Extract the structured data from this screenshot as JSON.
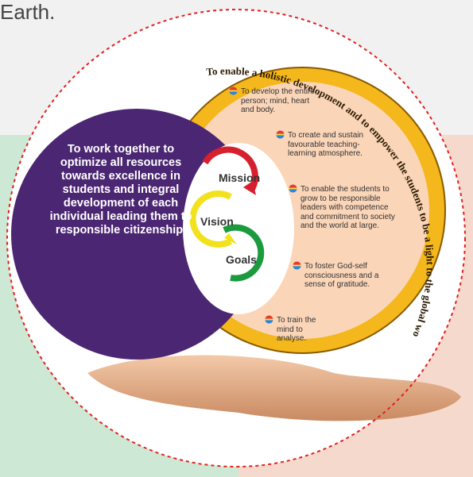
{
  "top_text": "Earth.",
  "purple_statement": "To work together to optimize all resources towards excellence in students and integral development of each individual leading them to responsible citizenship.",
  "ring_text": "To enable a holistic development and to empower the students to be a light to the global world.",
  "cycle": {
    "mission": "Mission",
    "vision": "Vision",
    "goals": "Goals"
  },
  "goals": [
    "To develop the entire person; mind, heart and body.",
    "To create and sustain favourable teaching-learning atmosphere.",
    "To enable the students to grow to be responsible leaders with competence and commitment to society and the world at large.",
    "To foster God-self consciousness and a sense of gratitude.",
    "To train the mind to analyse."
  ],
  "colors": {
    "purple": "#4b2672",
    "ring": "#f4b71c",
    "peach": "#fbd5b8",
    "mission": "#d6202e",
    "vision": "#f2e11d",
    "goals": "#1c9a3e"
  }
}
